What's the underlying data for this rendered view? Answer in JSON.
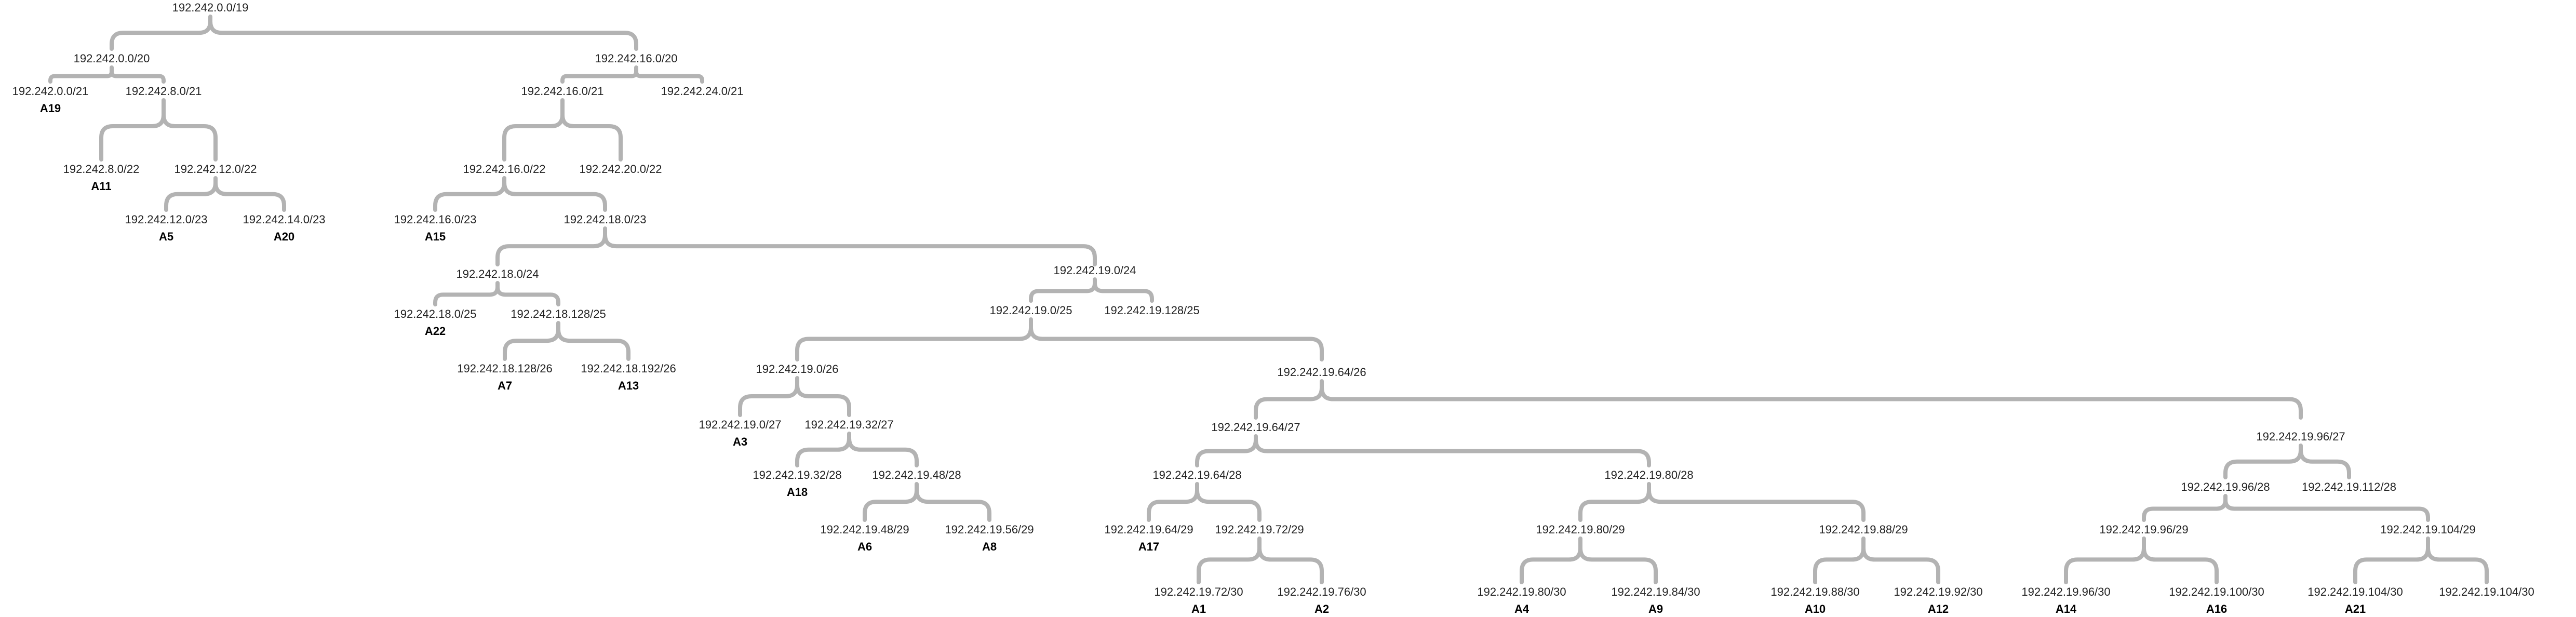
{
  "diagram": {
    "style": {
      "brace_color": "#b3b3b3",
      "label_color": "#222222",
      "assignment_color": "#000000",
      "background": "#ffffff"
    },
    "nodes": [
      {
        "id": "n0",
        "cidr": "192.242.0.0/19"
      },
      {
        "id": "n1",
        "cidr": "192.242.0.0/20"
      },
      {
        "id": "n2",
        "cidr": "192.242.16.0/20"
      },
      {
        "id": "n3",
        "cidr": "192.242.0.0/21",
        "assignment": "A19"
      },
      {
        "id": "n4",
        "cidr": "192.242.8.0/21"
      },
      {
        "id": "n5",
        "cidr": "192.242.16.0/21"
      },
      {
        "id": "n6",
        "cidr": "192.242.24.0/21"
      },
      {
        "id": "n7",
        "cidr": "192.242.8.0/22",
        "assignment": "A11"
      },
      {
        "id": "n8",
        "cidr": "192.242.12.0/22"
      },
      {
        "id": "n9",
        "cidr": "192.242.16.0/22"
      },
      {
        "id": "n10",
        "cidr": "192.242.20.0/22"
      },
      {
        "id": "n11",
        "cidr": "192.242.12.0/23",
        "assignment": "A5"
      },
      {
        "id": "n12",
        "cidr": "192.242.14.0/23",
        "assignment": "A20"
      },
      {
        "id": "n13",
        "cidr": "192.242.16.0/23",
        "assignment": "A15"
      },
      {
        "id": "n14",
        "cidr": "192.242.18.0/23"
      },
      {
        "id": "n15",
        "cidr": "192.242.18.0/24"
      },
      {
        "id": "n16",
        "cidr": "192.242.19.0/24"
      },
      {
        "id": "n17",
        "cidr": "192.242.18.0/25",
        "assignment": "A22"
      },
      {
        "id": "n18",
        "cidr": "192.242.18.128/25"
      },
      {
        "id": "n19",
        "cidr": "192.242.19.0/25"
      },
      {
        "id": "n20",
        "cidr": "192.242.19.128/25"
      },
      {
        "id": "n21",
        "cidr": "192.242.18.128/26",
        "assignment": "A7"
      },
      {
        "id": "n22",
        "cidr": "192.242.18.192/26",
        "assignment": "A13"
      },
      {
        "id": "n23",
        "cidr": "192.242.19.0/26"
      },
      {
        "id": "n24",
        "cidr": "192.242.19.64/26"
      },
      {
        "id": "n25",
        "cidr": "192.242.19.0/27",
        "assignment": "A3"
      },
      {
        "id": "n26",
        "cidr": "192.242.19.32/27"
      },
      {
        "id": "n27",
        "cidr": "192.242.19.64/27"
      },
      {
        "id": "n28",
        "cidr": "192.242.19.96/27"
      },
      {
        "id": "n29",
        "cidr": "192.242.19.32/28",
        "assignment": "A18"
      },
      {
        "id": "n30",
        "cidr": "192.242.19.48/28"
      },
      {
        "id": "n31",
        "cidr": "192.242.19.64/28"
      },
      {
        "id": "n32",
        "cidr": "192.242.19.80/28"
      },
      {
        "id": "n33",
        "cidr": "192.242.19.96/28"
      },
      {
        "id": "n34",
        "cidr": "192.242.19.112/28"
      },
      {
        "id": "n35",
        "cidr": "192.242.19.48/29",
        "assignment": "A6"
      },
      {
        "id": "n36",
        "cidr": "192.242.19.56/29",
        "assignment": "A8"
      },
      {
        "id": "n37",
        "cidr": "192.242.19.64/29",
        "assignment": "A17"
      },
      {
        "id": "n38",
        "cidr": "192.242.19.72/29"
      },
      {
        "id": "n39",
        "cidr": "192.242.19.80/29"
      },
      {
        "id": "n40",
        "cidr": "192.242.19.88/29"
      },
      {
        "id": "n41",
        "cidr": "192.242.19.96/29"
      },
      {
        "id": "n42",
        "cidr": "192.242.19.104/29"
      },
      {
        "id": "n43",
        "cidr": "192.242.19.72/30",
        "assignment": "A1"
      },
      {
        "id": "n44",
        "cidr": "192.242.19.76/30",
        "assignment": "A2"
      },
      {
        "id": "n45",
        "cidr": "192.242.19.80/30",
        "assignment": "A4"
      },
      {
        "id": "n46",
        "cidr": "192.242.19.84/30",
        "assignment": "A9"
      },
      {
        "id": "n47",
        "cidr": "192.242.19.88/30",
        "assignment": "A10"
      },
      {
        "id": "n48",
        "cidr": "192.242.19.92/30",
        "assignment": "A12"
      },
      {
        "id": "n49",
        "cidr": "192.242.19.96/30",
        "assignment": "A14"
      },
      {
        "id": "n50",
        "cidr": "192.242.19.100/30",
        "assignment": "A16"
      },
      {
        "id": "n51",
        "cidr": "192.242.19.104/30",
        "assignment": "A21"
      },
      {
        "id": "n52",
        "cidr": "192.242.19.104/30"
      }
    ],
    "edges": [
      [
        "n0",
        "n1",
        "n2"
      ],
      [
        "n1",
        "n3",
        "n4"
      ],
      [
        "n2",
        "n5",
        "n6"
      ],
      [
        "n4",
        "n7",
        "n8"
      ],
      [
        "n5",
        "n9",
        "n10"
      ],
      [
        "n8",
        "n11",
        "n12"
      ],
      [
        "n9",
        "n13",
        "n14"
      ],
      [
        "n14",
        "n15",
        "n16"
      ],
      [
        "n15",
        "n17",
        "n18"
      ],
      [
        "n16",
        "n19",
        "n20"
      ],
      [
        "n18",
        "n21",
        "n22"
      ],
      [
        "n19",
        "n23",
        "n24"
      ],
      [
        "n23",
        "n25",
        "n26"
      ],
      [
        "n24",
        "n27",
        "n28"
      ],
      [
        "n26",
        "n29",
        "n30"
      ],
      [
        "n27",
        "n31",
        "n32"
      ],
      [
        "n28",
        "n33",
        "n34"
      ],
      [
        "n30",
        "n35",
        "n36"
      ],
      [
        "n31",
        "n37",
        "n38"
      ],
      [
        "n32",
        "n39",
        "n40"
      ],
      [
        "n33",
        "n41",
        "n42"
      ],
      [
        "n38",
        "n43",
        "n44"
      ],
      [
        "n39",
        "n45",
        "n46"
      ],
      [
        "n40",
        "n47",
        "n48"
      ],
      [
        "n41",
        "n49",
        "n50"
      ],
      [
        "n42",
        "n51",
        "n52"
      ]
    ]
  }
}
